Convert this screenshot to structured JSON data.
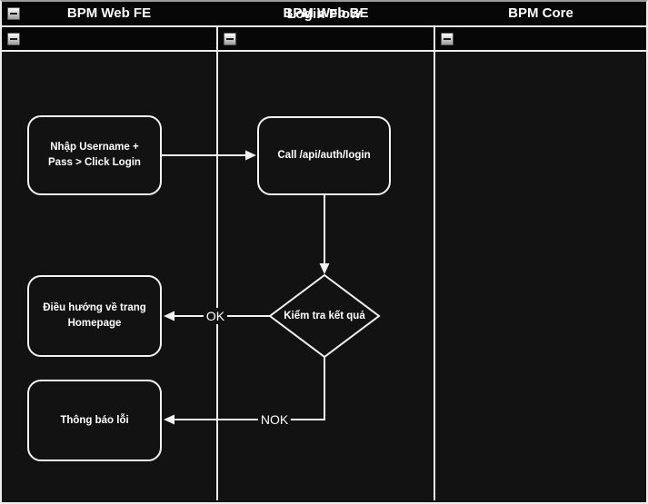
{
  "diagram": {
    "title": "Login Flow",
    "type": "swimlane-flowchart",
    "lanes": [
      {
        "label": "BPM Web FE"
      },
      {
        "label": "BPM Web BE"
      },
      {
        "label": "BPM Core"
      }
    ],
    "nodes": [
      {
        "id": "enter-credentials",
        "label": "Nhập Username + Pass > Click Login",
        "shape": "rounded-rectangle",
        "lane": "BPM Web FE"
      },
      {
        "id": "call-login-api",
        "label": "Call /api/auth/login",
        "shape": "rounded-rectangle",
        "lane": "BPM Web BE"
      },
      {
        "id": "check-result",
        "label": "Kiểm tra kết quả",
        "shape": "decision-diamond",
        "lane": "BPM Web BE"
      },
      {
        "id": "redirect-homepage",
        "label": "Điều hướng về trang Homepage",
        "shape": "rounded-rectangle",
        "lane": "BPM Web FE"
      },
      {
        "id": "error-notification",
        "label": "Thông báo lỗi",
        "shape": "rounded-rectangle",
        "lane": "BPM Web FE"
      }
    ],
    "edges": [
      {
        "from": "enter-credentials",
        "to": "call-login-api",
        "label": ""
      },
      {
        "from": "call-login-api",
        "to": "check-result",
        "label": ""
      },
      {
        "from": "check-result",
        "to": "redirect-homepage",
        "label": "OK"
      },
      {
        "from": "check-result",
        "to": "error-notification",
        "label": "NOK"
      }
    ],
    "edge_labels": {
      "ok": "OK",
      "nok": "NOK"
    },
    "icons": {
      "collapse": "collapse-minus-icon"
    },
    "colors": {
      "background": "#121212",
      "header_background": "#070707",
      "stroke": "#f2f2f2",
      "text": "#ffffff"
    }
  }
}
